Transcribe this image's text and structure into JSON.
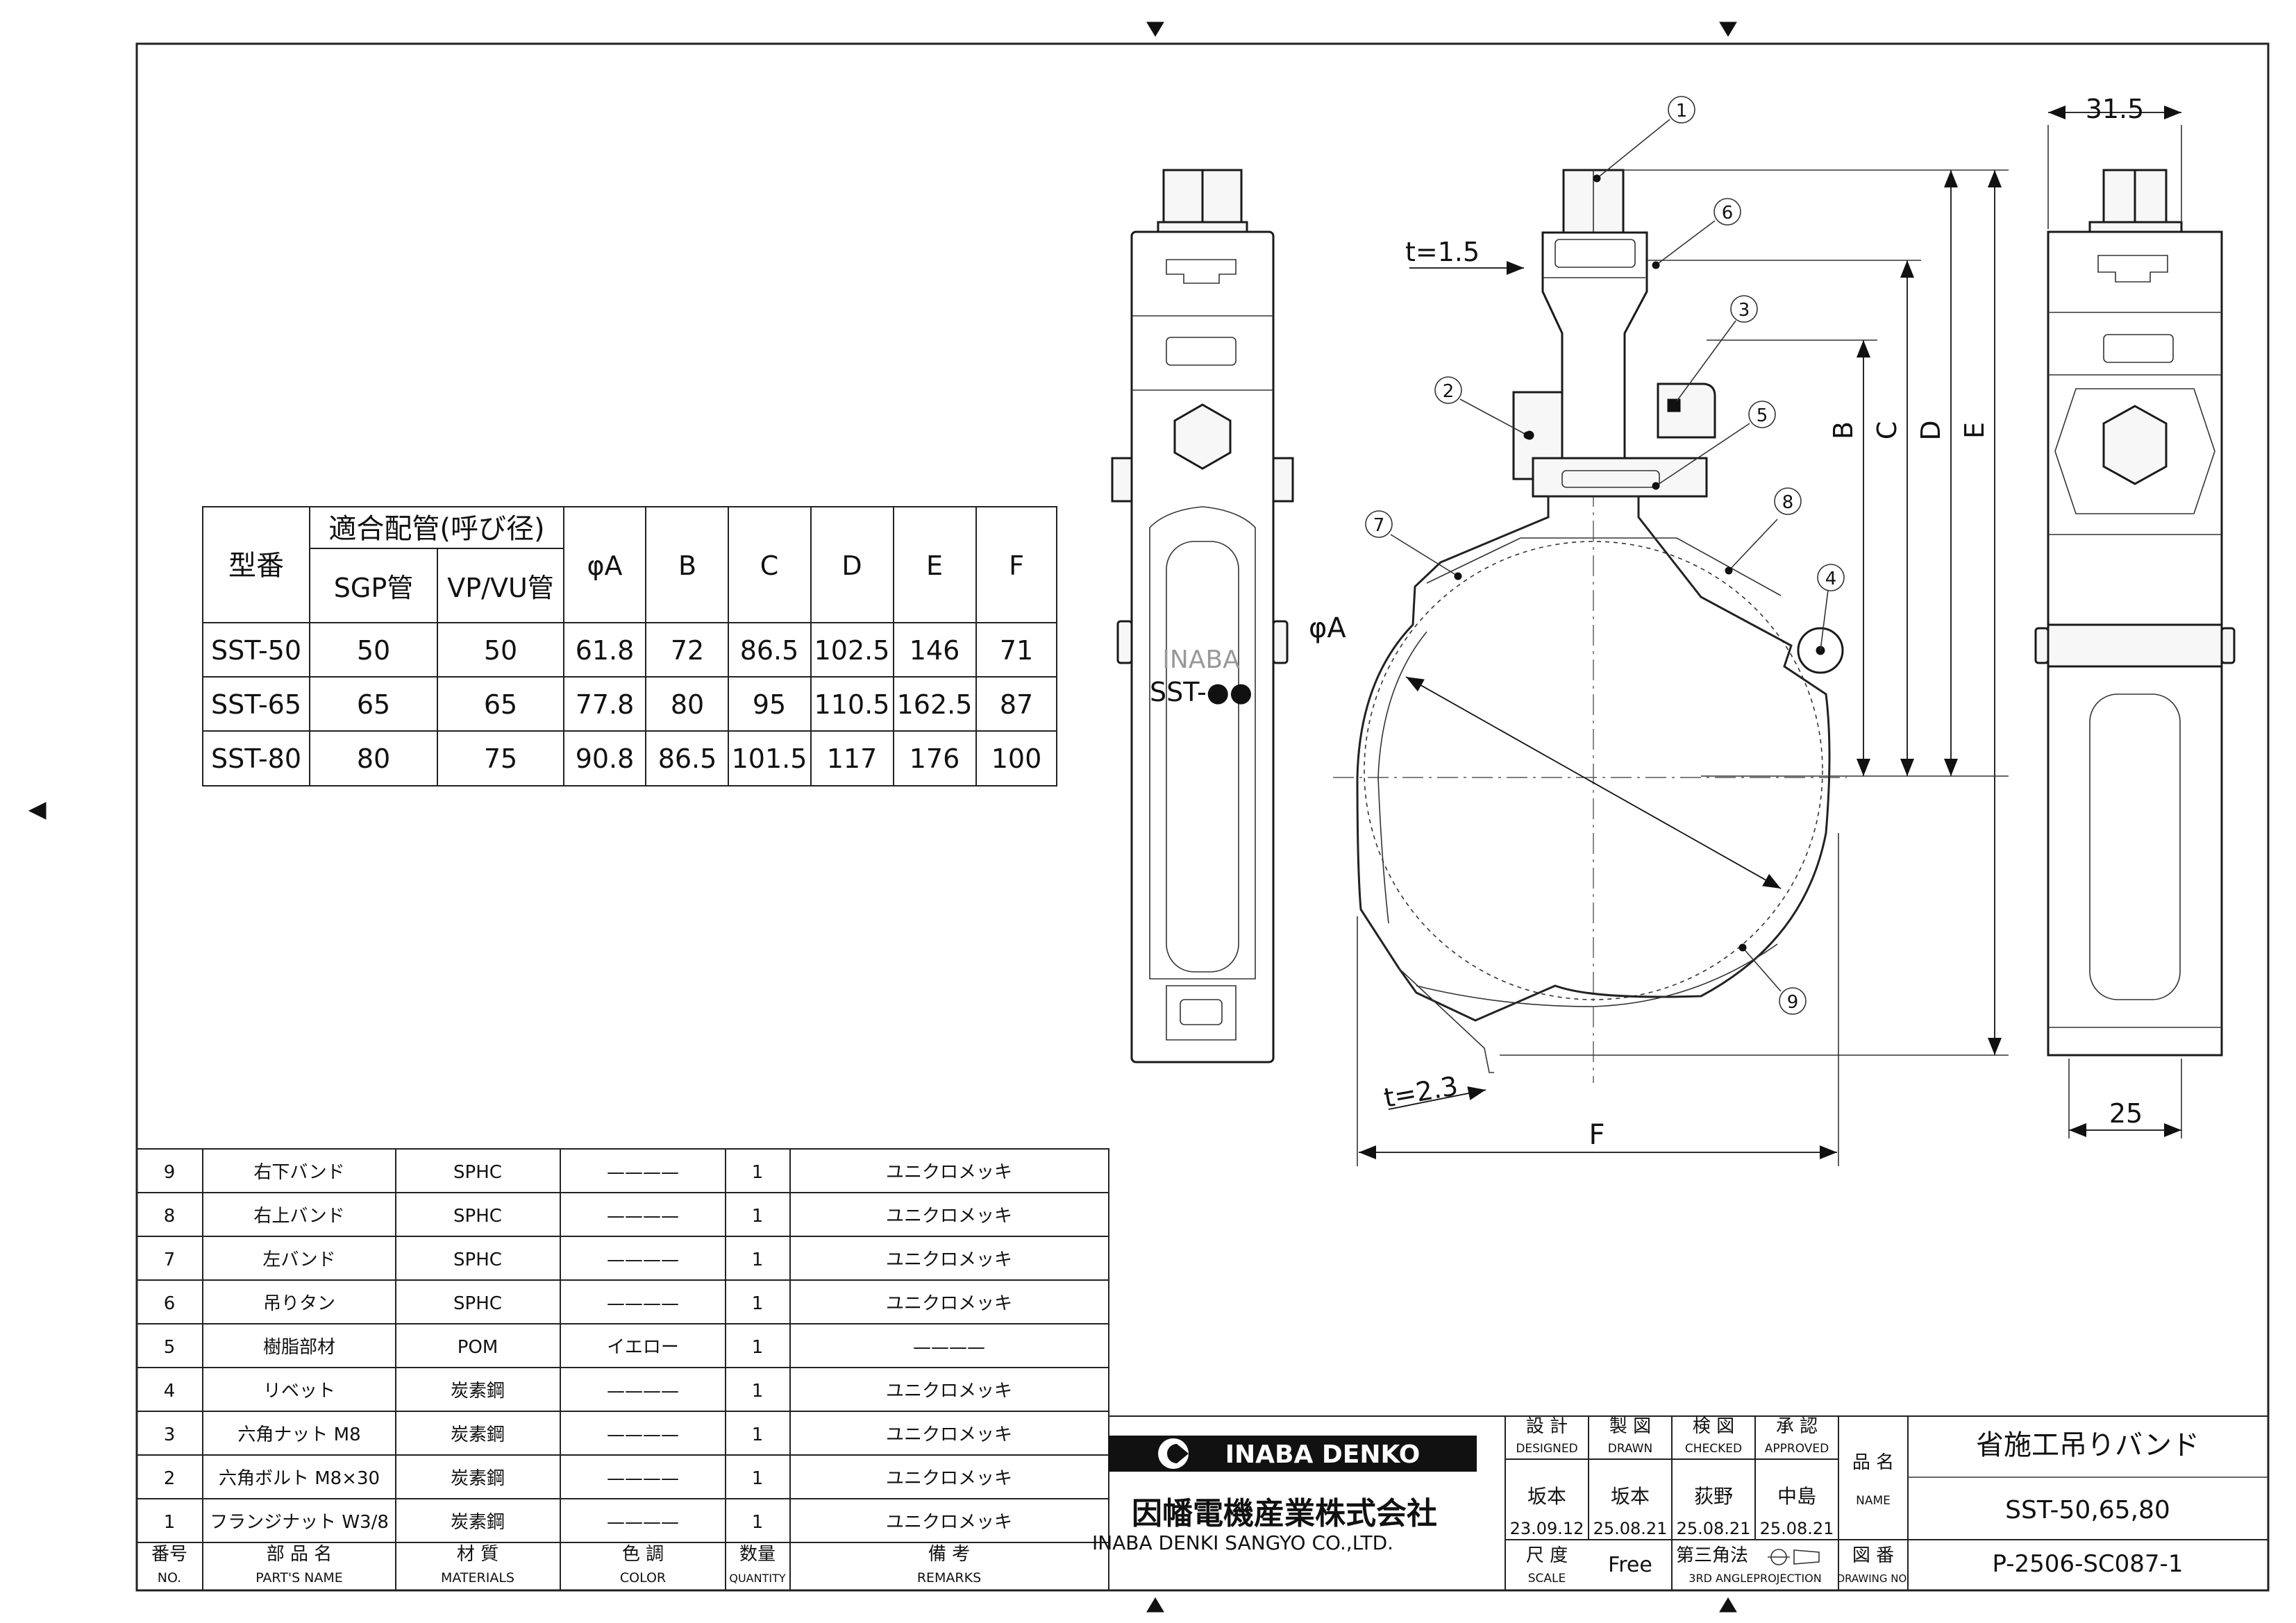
{
  "spec_table": {
    "col_model": "型番",
    "col_pipe_group": "適合配管(呼び径)",
    "col_sgp": "SGP管",
    "col_vpvu": "VP/VU管",
    "col_a": "φA",
    "col_b": "B",
    "col_c": "C",
    "col_d": "D",
    "col_e": "E",
    "col_f": "F",
    "rows": [
      [
        "SST-50",
        "50",
        "50",
        "61.8",
        "72",
        "86.5",
        "102.5",
        "146",
        "71"
      ],
      [
        "SST-65",
        "65",
        "65",
        "77.8",
        "80",
        "95",
        "110.5",
        "162.5",
        "87"
      ],
      [
        "SST-80",
        "80",
        "75",
        "90.8",
        "86.5",
        "101.5",
        "117",
        "176",
        "100"
      ]
    ]
  },
  "parts_table": {
    "rows": [
      [
        "9",
        "右下バンド",
        "SPHC",
        "————",
        "1",
        "ユニクロメッキ"
      ],
      [
        "8",
        "右上バンド",
        "SPHC",
        "————",
        "1",
        "ユニクロメッキ"
      ],
      [
        "7",
        "左バンド",
        "SPHC",
        "————",
        "1",
        "ユニクロメッキ"
      ],
      [
        "6",
        "吊りタン",
        "SPHC",
        "————",
        "1",
        "ユニクロメッキ"
      ],
      [
        "5",
        "樹脂部材",
        "POM",
        "イエロー",
        "1",
        "————"
      ],
      [
        "4",
        "リベット",
        "炭素鋼",
        "————",
        "1",
        "ユニクロメッキ"
      ],
      [
        "3",
        "六角ナット M8",
        "炭素鋼",
        "————",
        "1",
        "ユニクロメッキ"
      ],
      [
        "2",
        "六角ボルト M8×30",
        "炭素鋼",
        "————",
        "1",
        "ユニクロメッキ"
      ],
      [
        "1",
        "フランジナット W3/8",
        "炭素鋼",
        "————",
        "1",
        "ユニクロメッキ"
      ]
    ],
    "header": {
      "no_jp": "番号",
      "no_en": "NO.",
      "name_jp": "部 品 名",
      "name_en": "PART'S NAME",
      "mat_jp": "材 質",
      "mat_en": "MATERIALS",
      "color_jp": "色 調",
      "color_en": "COLOR",
      "qty_jp": "数量",
      "qty_en": "QUANTITY",
      "remarks_jp": "備 考",
      "remarks_en": "REMARKS"
    }
  },
  "title_block": {
    "logo_text": "INABA DENKO",
    "company_jp": "因幡電機産業株式会社",
    "company_en": "INABA DENKI SANGYO CO.,LTD.",
    "designed_jp": "設 計",
    "designed_en": "DESIGNED",
    "drawn_jp": "製 図",
    "drawn_en": "DRAWN",
    "checked_jp": "検 図",
    "checked_en": "CHECKED",
    "approved_jp": "承 認",
    "approved_en": "APPROVED",
    "designed_name": "坂本",
    "drawn_name": "坂本",
    "checked_name": "荻野",
    "approved_name": "中島",
    "designed_date": "23.09.12",
    "drawn_date": "25.08.21",
    "checked_date": "25.08.21",
    "approved_date": "25.08.21",
    "scale_jp": "尺 度",
    "scale_en": "SCALE",
    "scale_value": "Free",
    "projection_jp": "第三角法",
    "projection_en": "3RD ANGLEPROJECTION",
    "name_label_jp": "品 名",
    "name_label_en": "NAME",
    "product_name": "省施工吊りバンド",
    "product_models": "SST-50,65,80",
    "dwg_label_jp": "図 番",
    "dwg_label_en": "DRAWING NO.",
    "drawing_no": "P-2506-SC087-1"
  },
  "drawing_labels": {
    "t_top": "t=1.5",
    "t_bottom": "t=2.3",
    "dim_phi_a": "φA",
    "dim_b": "B",
    "dim_c": "C",
    "dim_d": "D",
    "dim_e": "E",
    "dim_f": "F",
    "dim_width_top": "31.5",
    "dim_width_bottom": "25",
    "side_emboss": "INABA",
    "side_model": "SST-●●",
    "balloons": [
      "1",
      "2",
      "3",
      "4",
      "5",
      "6",
      "7",
      "8",
      "9"
    ]
  }
}
